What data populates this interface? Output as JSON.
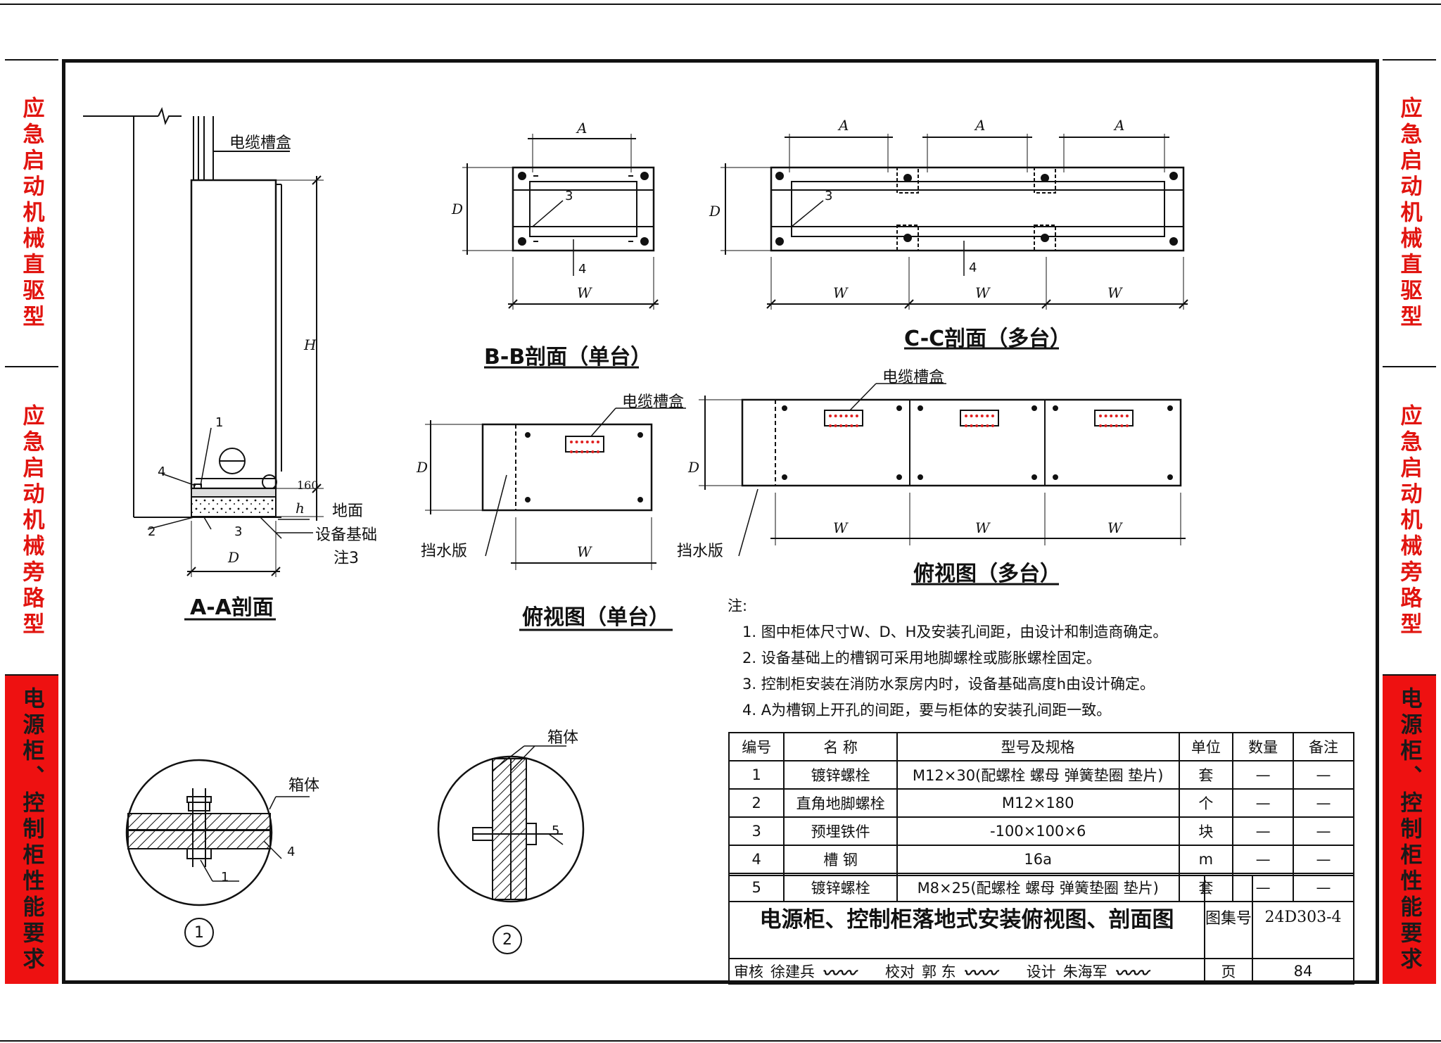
{
  "side_tabs": [
    {
      "label": "应急启动机械直驱型",
      "active": false
    },
    {
      "label": "应急启动机械旁路型",
      "active": false
    },
    {
      "label": "电源柜、控制柜性能要求",
      "active": true
    }
  ],
  "labels": {
    "cable_tray": "电缆槽盒",
    "ground": "地面",
    "equipment_base": "设备基础",
    "note3": "注3",
    "water_baffle": "挡水版",
    "box_body": "箱体"
  },
  "dims": {
    "A": "A",
    "D": "D",
    "W": "W",
    "H": "H",
    "h": "h",
    "h160": "160"
  },
  "callouts": {
    "c1": "1",
    "c2": "2",
    "c3": "3",
    "c4": "4",
    "c5": "5"
  },
  "view_titles": {
    "aa": "A-A剖面",
    "bb": "B-B剖面（单台）",
    "cc": "C-C剖面（多台）",
    "top_single": "俯视图（单台）",
    "top_multi": "俯视图（多台）"
  },
  "detail_numbers": [
    "1",
    "2"
  ],
  "notes": {
    "heading": "注:",
    "items": [
      "1. 图中柜体尺寸W、D、H及安装孔间距，由设计和制造商确定。",
      "2. 设备基础上的槽钢可采用地脚螺栓或膨胀螺栓固定。",
      "3. 控制柜安装在消防水泵房内时，设备基础高度h由设计确定。",
      "4. A为槽钢上开孔的间距，要与柜体的安装孔间距一致。"
    ]
  },
  "parts_table": {
    "headers": [
      "编号",
      "名  称",
      "型号及规格",
      "单位",
      "数量",
      "备注"
    ],
    "rows": [
      [
        "1",
        "镀锌螺栓",
        "M12×30(配螺栓 螺母 弹簧垫圈 垫片)",
        "套",
        "—",
        "—"
      ],
      [
        "2",
        "直角地脚螺栓",
        "M12×180",
        "个",
        "—",
        "—"
      ],
      [
        "3",
        "预埋铁件",
        "-100×100×6",
        "块",
        "—",
        "—"
      ],
      [
        "4",
        "槽  钢",
        "16a",
        "m",
        "—",
        "—"
      ],
      [
        "5",
        "镀锌螺栓",
        "M8×25(配螺栓 螺母 弹簧垫圈 垫片)",
        "套",
        "—",
        "—"
      ]
    ]
  },
  "title_block": {
    "drawing_title": "电源柜、控制柜落地式安装俯视图、剖面图",
    "atlas_label": "图集号",
    "atlas_no": "24D303-4",
    "reviewer_label": "审核",
    "reviewer": "徐建兵",
    "checker_label": "校对",
    "checker": "郭  东",
    "designer_label": "设计",
    "designer": "朱海军",
    "page_label": "页",
    "page_no": "84"
  },
  "colors": {
    "side_text": "#e1140f",
    "side_active_bg": "#ee1111",
    "tray_dots": "#e02020"
  }
}
